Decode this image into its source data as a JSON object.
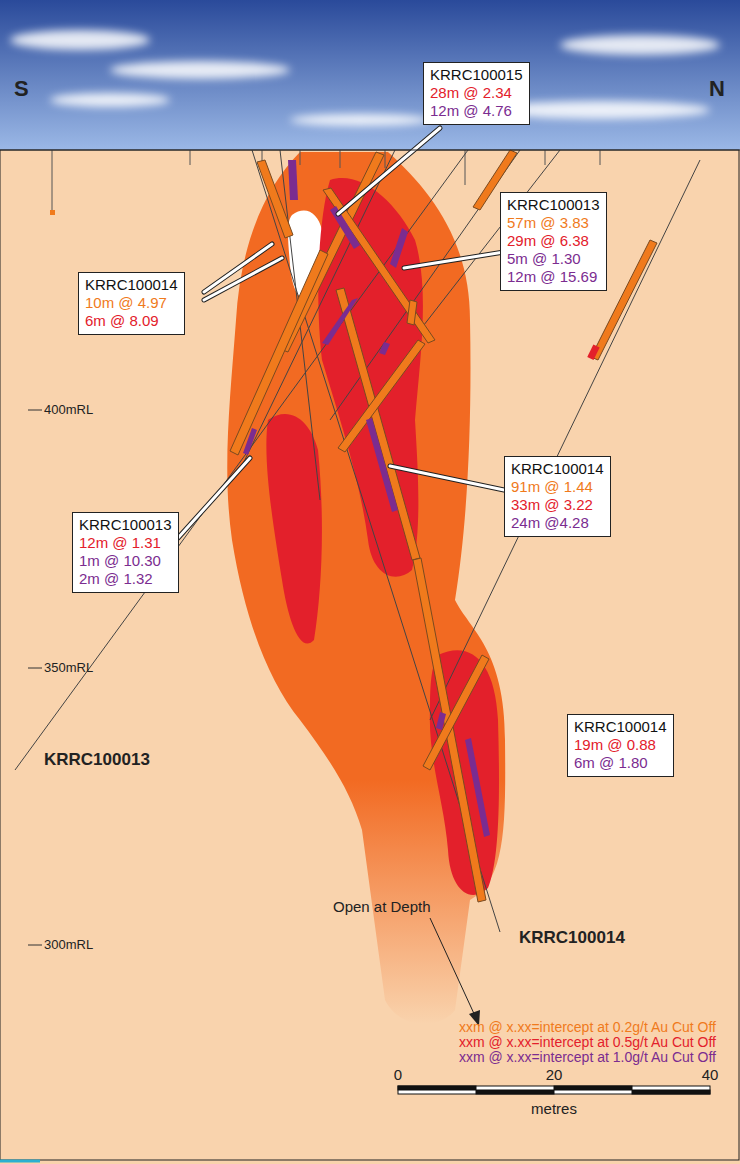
{
  "diagram": {
    "nodes": [
      {
        "text": [
          "KRRC100015",
          "28m @ 2.34",
          "12m @ 4.76"
        ]
      },
      {
        "text": [
          "KRRC100013",
          "57m @ 3.83",
          "29m @ 6.38",
          "5m @ 1.30",
          "12m @ 15.69"
        ]
      },
      {
        "text": [
          "KRRC100014",
          "10m @ 4.97",
          "6m @ 8.09"
        ]
      },
      {
        "text": [
          "KRRC100014",
          "91m @ 1.44",
          "33m @ 3.22",
          "24m @4.28"
        ]
      },
      {
        "text": [
          "KRRC100013",
          "12m @ 1.31",
          "1m @ 10.30",
          "2m @ 1.32"
        ]
      },
      {
        "text": [
          "KRRC100014",
          "19m @ 0.88",
          "6m @ 1.80"
        ]
      }
    ],
    "labels": [
      "S",
      "N",
      "400mRL",
      "350mRL",
      "300mRL",
      "KRRC100013",
      "KRRC100014",
      "Open at Depth",
      "0",
      "20",
      "40",
      "metres"
    ],
    "legend": [
      {
        "text": "xxm @ x.xx=intercept at 0.2g/t Au Cut Off",
        "color": "#f07a1c"
      },
      {
        "text": "xxm @ x.xx=intercept at 0.5g/t Au Cut Off",
        "color": "#e3202b"
      },
      {
        "text": "xxm @ x.xx=intercept at 1.0g/t Au Cut Off",
        "color": "#7b2c90"
      }
    ]
  }
}
